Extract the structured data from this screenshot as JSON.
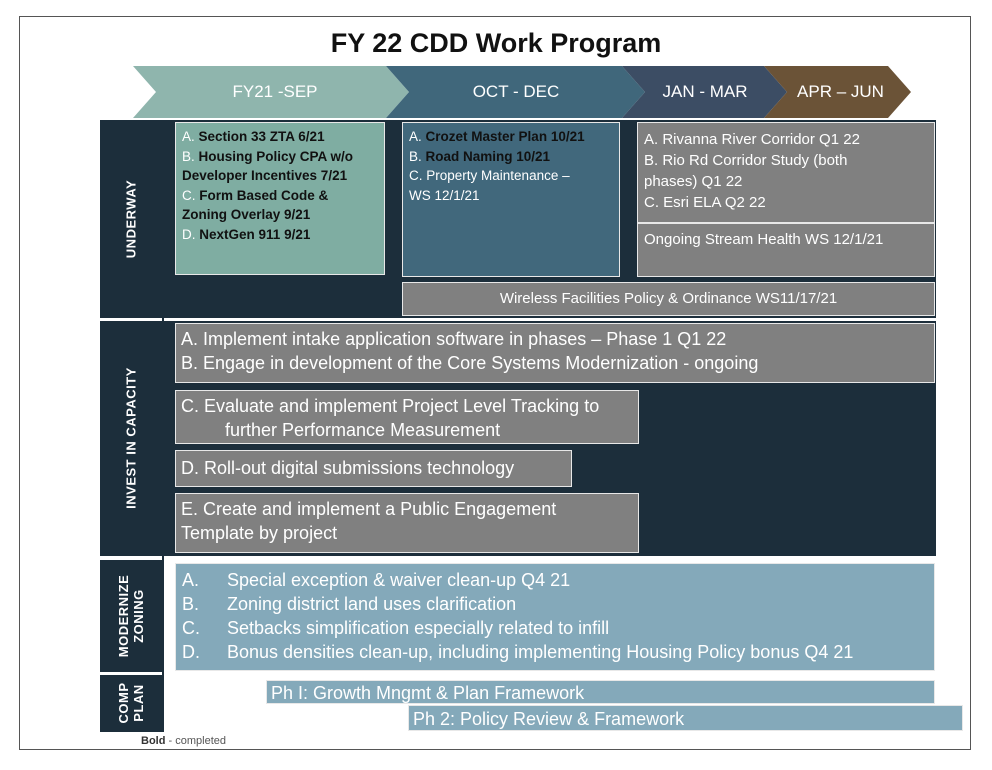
{
  "title": "FY 22 CDD Work Program",
  "colors": {
    "dark_navy": "#1c2e3b",
    "sage_green": "#7fada2",
    "slate_blue": "#41687c",
    "grey": "#808080",
    "light_blue": "#84a9ba",
    "phase_fy21": "#8fb5ad",
    "phase_oct_dec": "#40677b",
    "phase_jan_mar": "#3c4d64",
    "phase_apr_jun": "#6b5337"
  },
  "phases": [
    "FY21 -SEP",
    "OCT - DEC",
    "JAN - MAR",
    "APR – JUN"
  ],
  "rows": {
    "underway": "UNDERWAY",
    "invest": "INVEST IN CAPACITY",
    "modernize": [
      "MODERNIZE",
      "ZONING"
    ],
    "comp_plan": [
      "COMP",
      "PLAN"
    ]
  },
  "underway": {
    "fy21_items": [
      {
        "prefix": "A.",
        "text": "Section 33 ZTA 6/21"
      },
      {
        "prefix": "B.",
        "text": "Housing Policy CPA w/o"
      },
      {
        "prefix": "",
        "text": "Developer Incentives 7/21"
      },
      {
        "prefix": "C.",
        "text": "Form Based Code &"
      },
      {
        "prefix": "",
        "text": "Zoning Overlay 9/21"
      },
      {
        "prefix": "D.",
        "text": "NextGen 911 9/21"
      }
    ],
    "oct_dec_items": [
      {
        "prefix": "A.",
        "text": "Crozet Master Plan 10/21",
        "bold": true
      },
      {
        "prefix": "B.",
        "text": "Road Naming 10/21",
        "bold": true
      },
      {
        "prefix": "C.",
        "text": "Property Maintenance –",
        "bold": false
      },
      {
        "prefix": "",
        "text": "WS 12/1/21",
        "bold": false
      }
    ],
    "jan_mar_items": [
      "A. Rivanna River Corridor Q1 22",
      "B. Rio Rd Corridor Study (both",
      "phases) Q1 22",
      "C. Esri ELA Q2 22"
    ],
    "stream_health": "Ongoing Stream Health WS 12/1/21",
    "wireless": "Wireless Facilities Policy & Ordinance WS11/17/21"
  },
  "invest": {
    "ab": [
      "A. Implement intake application software in phases – Phase 1 Q1 22",
      "B. Engage in development of the Core Systems Modernization - ongoing"
    ],
    "c": [
      "C. Evaluate and implement Project Level Tracking to",
      "further Performance Measurement"
    ],
    "d": "D.  Roll-out digital submissions technology",
    "e": [
      "E.  Create and implement a Public Engagement",
      "Template  by project"
    ]
  },
  "modernize_items": [
    {
      "prefix": "A.",
      "text": "Special exception & waiver clean-up  Q4 21"
    },
    {
      "prefix": "B.",
      "text": "Zoning district land uses clarification"
    },
    {
      "prefix": "C.",
      "text": "Setbacks simplification especially related to infill"
    },
    {
      "prefix": "D.",
      "text": "Bonus densities clean-up, including implementing Housing Policy bonus Q4 21"
    }
  ],
  "comp_plan": {
    "ph1": "Ph I: Growth Mngmt & Plan Framework",
    "ph2": "Ph 2: Policy Review & Framework"
  },
  "legend": {
    "bold": "Bold",
    "rest": " - completed"
  }
}
